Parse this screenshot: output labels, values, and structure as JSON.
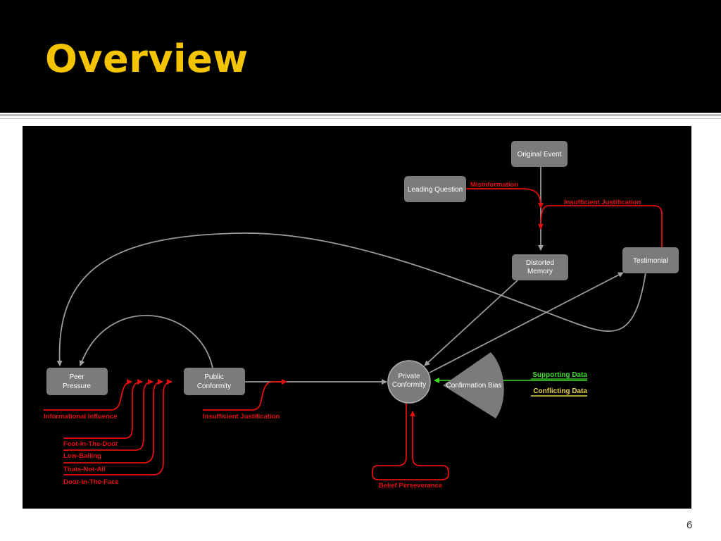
{
  "slide": {
    "title": "Overview",
    "page_number": "6"
  },
  "colors": {
    "title": "#f5c400",
    "node": "#7b7b7b",
    "arrow": "#9a9a9a",
    "red": "#e01010",
    "green": "#3ddc2a",
    "yellow": "#e8d24a"
  },
  "nodes": {
    "original_event": "Original Event",
    "leading_question": "Leading Question",
    "distorted_memory_1": "Distorted",
    "distorted_memory_2": "Memory",
    "testimonial": "Testimonial",
    "peer_pressure_1": "Peer",
    "peer_pressure_2": "Pressure",
    "public_conformity_1": "Public",
    "public_conformity_2": "Conformity",
    "private_conformity_1": "Private",
    "private_conformity_2": "Conformity",
    "confirmation_bias": "Confirmation Bias"
  },
  "labels": {
    "misinformation": "Misinformation",
    "insufficient_justification_top": "Insufficient Justification",
    "informational_influence": "Informational Influence",
    "foot_in_the_door": "Foot-In-The-Door",
    "low_balling": "Low-Balling",
    "thats_not_all": "Thats-Not-All",
    "door_in_the_face": "Door-In-The-Face",
    "insufficient_justification_mid": "Insufficient Justification",
    "belief_perseverance": "Belief Perseverance",
    "supporting_data": "Supporting Data",
    "conflicting_data": "Conflicting Data"
  }
}
